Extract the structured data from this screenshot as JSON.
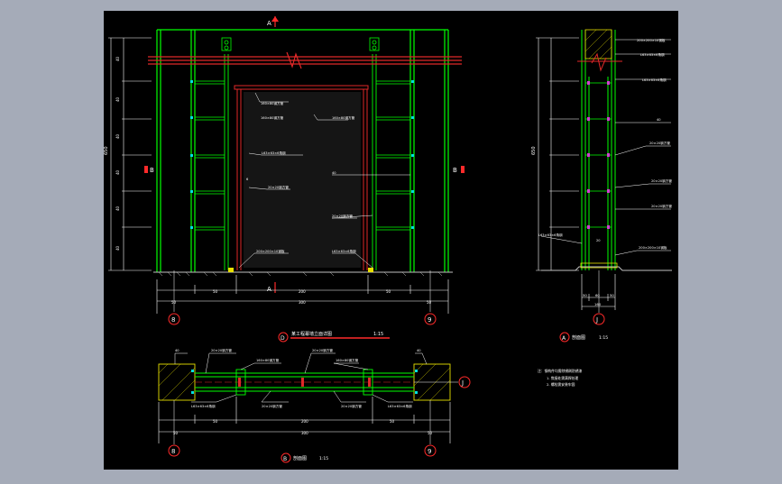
{
  "colors": {
    "background": "#a5abb8",
    "canvas": "#000000",
    "frame": "#00ff00",
    "beam": "#e02828",
    "dimension": "#ffffff",
    "ground": "#c0c0c0",
    "steel": "#00e0e0",
    "hatch": "#e8e000",
    "marker": "#ff2a2a",
    "bolt": "#d040d0"
  },
  "elevation": {
    "section_cut_top": "A",
    "section_cut_bottom": "A",
    "section_cut_left": "B",
    "section_cut_right": "B",
    "axis_left": "8",
    "axis_right": "9",
    "title_marker": "D",
    "title": "某工程幕墙立面详图",
    "scale": "1:15",
    "height_total": "650",
    "bottom_dims": [
      "50",
      "200",
      "50"
    ],
    "overall_dim": "300",
    "edge_dims": [
      "50",
      "50"
    ],
    "mid_dim": "200",
    "notes": [
      "160×80钢方管",
      "160×80钢方管",
      "L63×63×6角钢",
      "20×20钢方管",
      "20×20钢方管",
      "160×80钢方管",
      "200×200×10钢板",
      "L63×63×6角钢",
      "40",
      "6"
    ]
  },
  "section_a": {
    "marker": "A",
    "title": "剖面图",
    "scale": "1:15",
    "axis": "J",
    "height": "650",
    "base_dims": [
      "50",
      "60",
      "50"
    ],
    "overall": "160",
    "notes": [
      "200×200×10钢板",
      "L63×63×6角钢",
      "L63×63×6角钢",
      "40",
      "20×20钢方管",
      "20×20钢方管",
      "20×20钢方管",
      "L63×63×6角钢",
      "200×200×10钢板",
      "20"
    ]
  },
  "section_b": {
    "marker": "B",
    "title": "剖面图",
    "scale": "1:15",
    "axis_left": "8",
    "axis_right": "9",
    "axis_side": "J",
    "dims": [
      "50",
      "50",
      "200",
      "50",
      "50"
    ],
    "overall": "300",
    "notes": [
      "40",
      "20×20钢方管",
      "160×80钢方管",
      "20×20钢方管",
      "160×80钢方管",
      "40",
      "L63×63×6角钢",
      "20×20钢方管",
      "20×20钢方管",
      "L63×63×6角钢"
    ]
  },
  "notes_block": {
    "heading": "注：钢构件均需除锈刷防锈漆",
    "lines": [
      "1. 焦接处需满焊处理",
      "2. 螺栓需安装牢固"
    ]
  }
}
